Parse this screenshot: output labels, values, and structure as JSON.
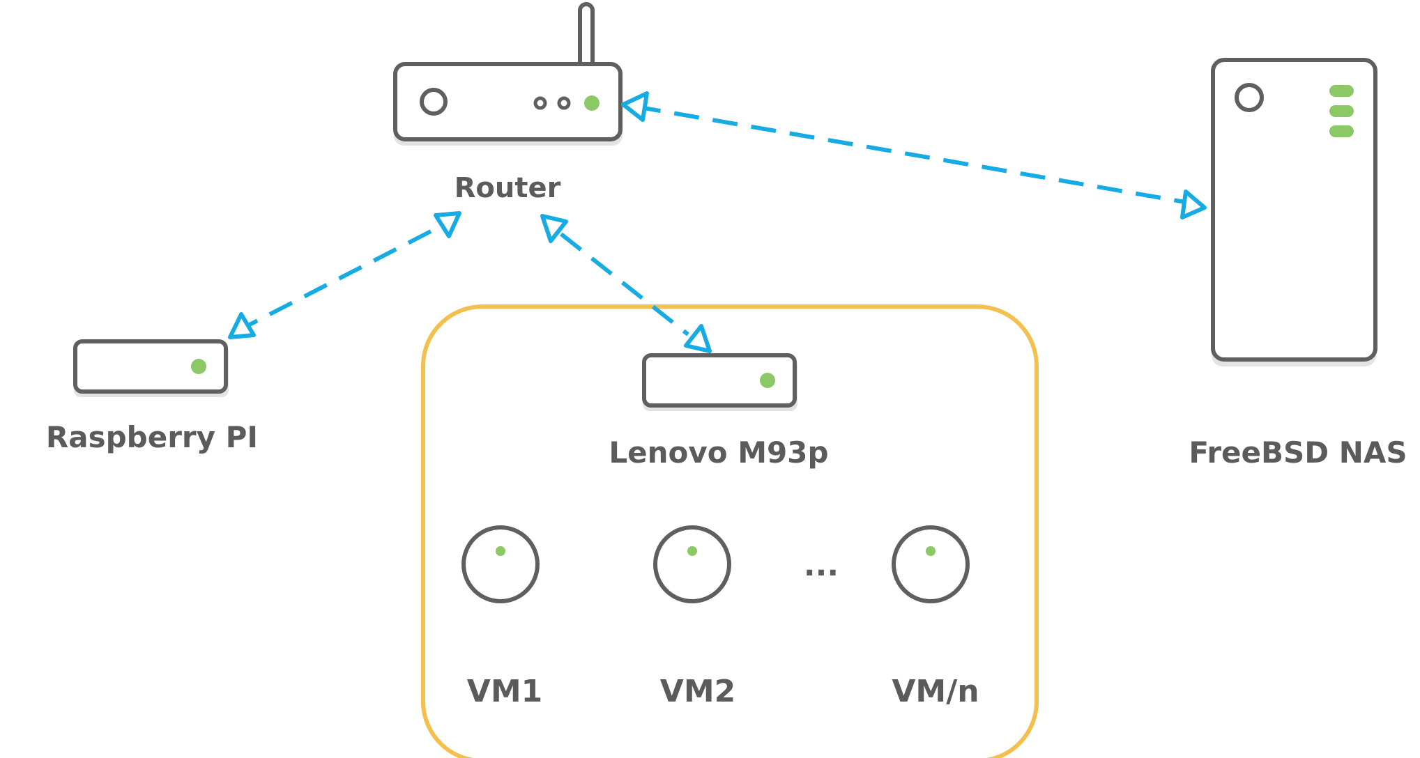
{
  "nodes": {
    "router": {
      "label": "Router"
    },
    "raspberry_pi": {
      "label": "Raspberry PI"
    },
    "lenovo": {
      "label": "Lenovo M93p"
    },
    "nas": {
      "label": "FreeBSD NAS"
    }
  },
  "virtual_machines": [
    {
      "label": "VM1"
    },
    {
      "label": "VM2"
    },
    {
      "label": "VM/n"
    }
  ],
  "vm_ellipsis": "...",
  "connections": [
    {
      "from": "Router",
      "to": "FreeBSD NAS",
      "direction": "bidirectional"
    },
    {
      "from": "Router",
      "to": "Raspberry PI",
      "direction": "bidirectional"
    },
    {
      "from": "Router",
      "to": "Lenovo M93p",
      "direction": "bidirectional"
    }
  ],
  "colors": {
    "link": "#16ace3",
    "led": "#8cc866",
    "group_border": "#f3c04f",
    "device_stroke": "#5f5f5f",
    "label_text": "#5b5b5b"
  }
}
